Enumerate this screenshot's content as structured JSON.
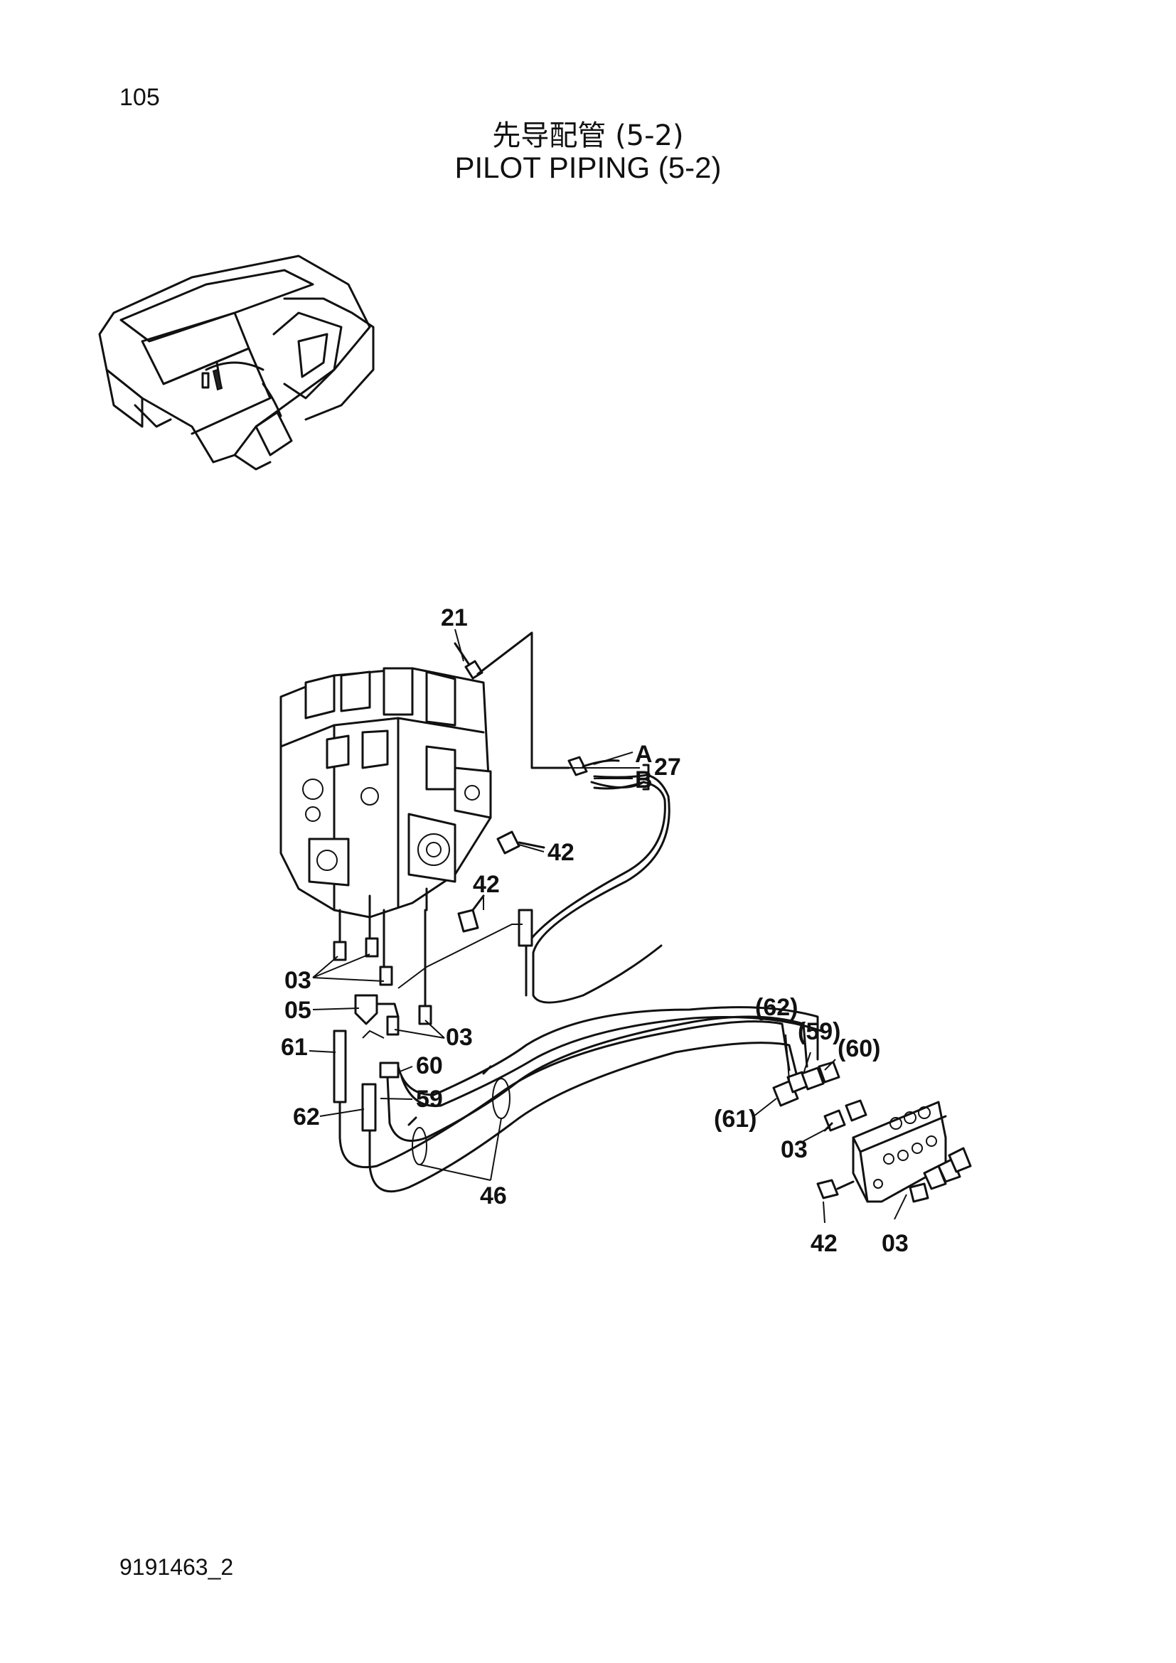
{
  "page_number": "105",
  "title_cn": "先导配管 (5-2)",
  "title_en": "PILOT PIPING (5-2)",
  "drawing_number": "9191463_2",
  "callouts": {
    "c21": "21",
    "cA": "A",
    "cB": "B",
    "c27": "27",
    "c42a": "42",
    "c42b": "42",
    "c03a": "03",
    "c05": "05",
    "c03b": "03",
    "c61": "61",
    "c60": "60",
    "c59": "59",
    "c62": "62",
    "c46": "46",
    "c62p": "(62)",
    "c59p": "(59)",
    "c60p": "(60)",
    "c61p": "(61)",
    "c03c": "03",
    "c42c": "42",
    "c03d": "03"
  }
}
